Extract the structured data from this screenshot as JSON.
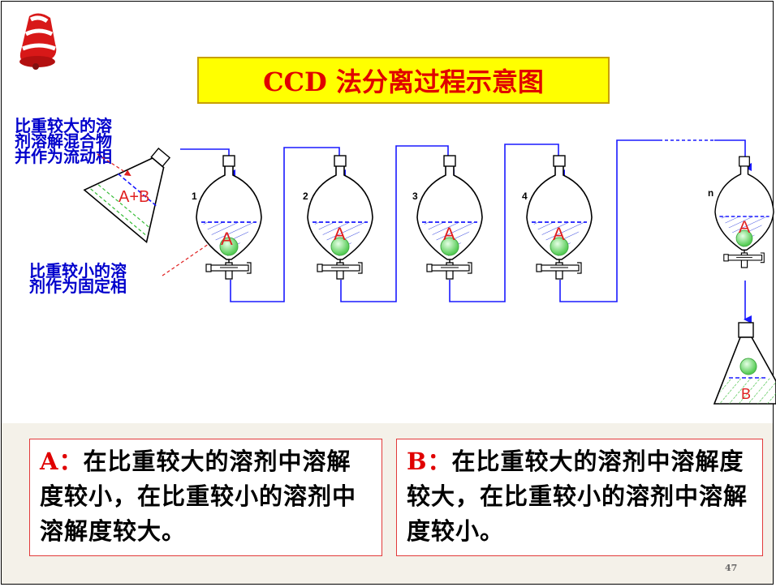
{
  "title": "CCD 法分离过程示意图",
  "labels": {
    "mobile_phase": "比重较大的溶\n剂溶解混合物\n并作为流动相",
    "stationary_phase": "比重较小的溶\n剂作为固定相",
    "flask_mixture": "A+B",
    "receiver_content": "B"
  },
  "funnels": [
    {
      "number": "1",
      "content": "A"
    },
    {
      "number": "2",
      "content": "A"
    },
    {
      "number": "3",
      "content": "A"
    },
    {
      "number": "4",
      "content": "A"
    },
    {
      "number": "n",
      "content": "A"
    }
  ],
  "boxes": {
    "a": {
      "key": "A：",
      "text": "在比重较大的溶剂中溶解度较小，在比重较小的溶剂中溶解度较大。"
    },
    "b": {
      "key": "B：",
      "text": "在比重较大的溶剂中溶解度较大，在比重较小的溶剂中溶解度较小。"
    }
  },
  "page_number": "47",
  "colors": {
    "title_bg": "#ffff00",
    "title_text": "#e00000",
    "label_blue": "#0000cc",
    "bell_red": "#d81818"
  }
}
